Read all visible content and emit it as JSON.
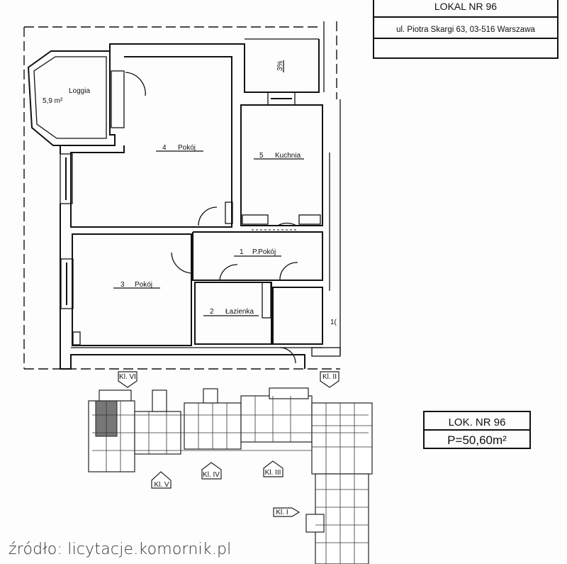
{
  "header": {
    "title": "LOKAL NR  96",
    "address": "ul. Piotra Skargi 63, 03-516 Warszawa"
  },
  "rooms": [
    {
      "number": "1",
      "name": "P.Pokój"
    },
    {
      "number": "2",
      "name": "Łazienka"
    },
    {
      "number": "3",
      "name": "Pokój"
    },
    {
      "number": "4",
      "name": "Pokój"
    },
    {
      "number": "5",
      "name": "Kuchnia"
    }
  ],
  "loggia": {
    "name": "Loggia",
    "area": "5,9 m²"
  },
  "ramp_slope": "3%",
  "stair_label": "1(",
  "site_plan": {
    "stairwells": [
      "Kl. VI",
      "Kl. II",
      "Kl. V",
      "Kl. IV",
      "Kl. III",
      "Kl. I"
    ]
  },
  "unit_box": {
    "number": "LOK. NR 96",
    "area": "P=50,60m²"
  },
  "watermark": "źródło: licytacje.komornik.pl"
}
